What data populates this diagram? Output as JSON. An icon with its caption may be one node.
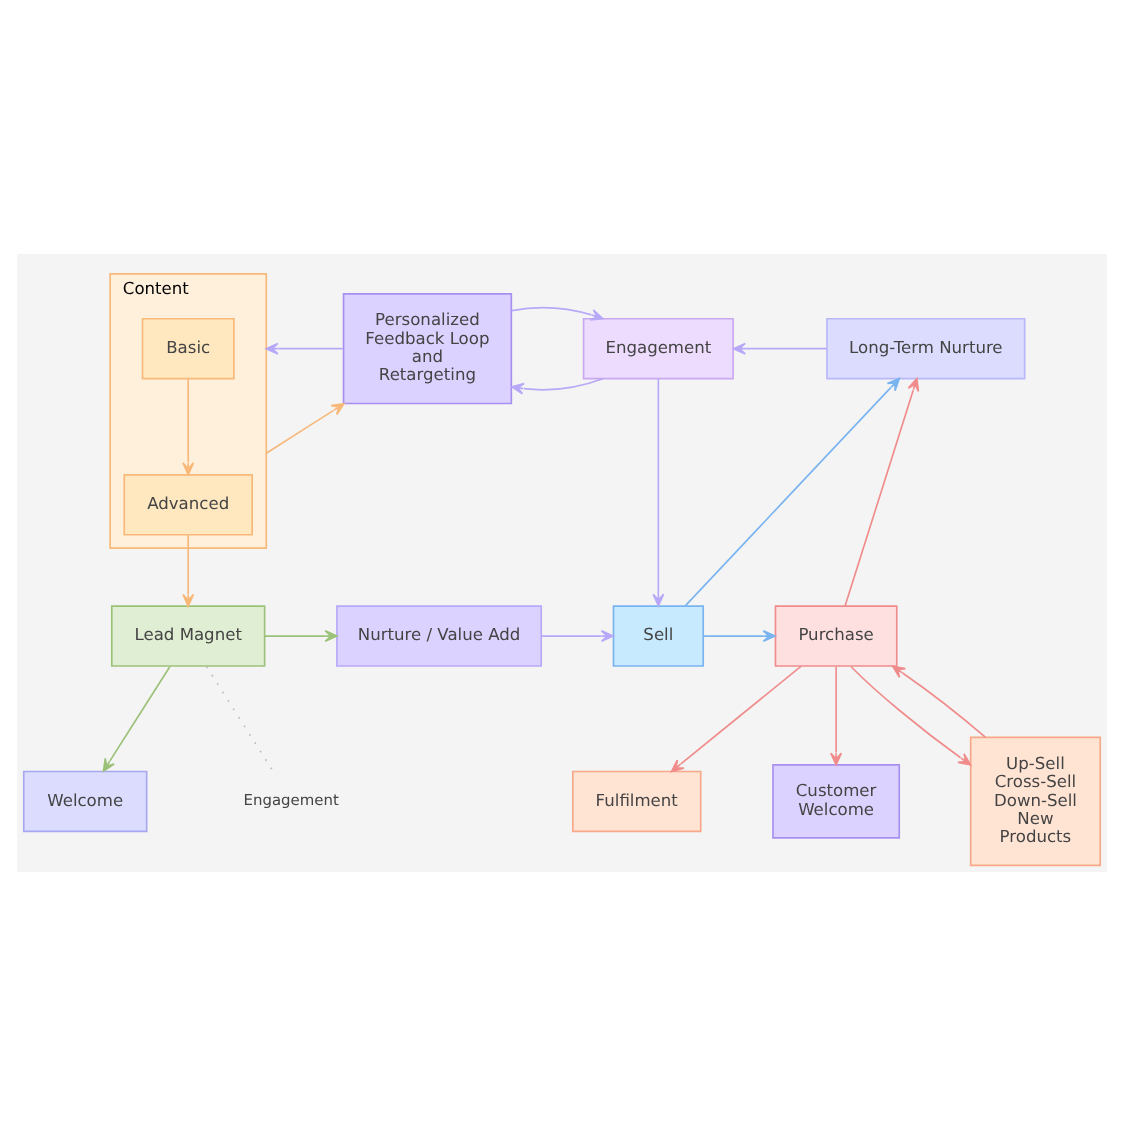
{
  "diagram": {
    "nodes": [
      {
        "text": [
          "Content"
        ]
      },
      {
        "text": [
          "Basic"
        ],
        "in": 0
      },
      {
        "text": [
          "Advanced"
        ],
        "in": 0
      },
      {
        "text": [
          "Personalized Feedback Loop and Retargeting"
        ]
      },
      {
        "text": [
          "Engagement"
        ]
      },
      {
        "text": [
          "Long-Term Nurture"
        ]
      },
      {
        "text": [
          "Lead Magnet"
        ]
      },
      {
        "text": [
          "Nurture / Value Add"
        ]
      },
      {
        "text": [
          "Sell"
        ]
      },
      {
        "text": [
          "Purchase"
        ]
      },
      {
        "text": [
          "Fulfilment"
        ]
      },
      {
        "text": [
          "Customer Welcome"
        ]
      },
      {
        "text": [
          "Welcome"
        ]
      },
      {
        "text": [
          "Up-Sell Cross-Sell Down-Sell New Products"
        ]
      }
    ],
    "edges": [
      {
        "from": 0,
        "to": 3,
        "arrow": "to",
        "color": "#f8b878"
      },
      {
        "from": 3,
        "to": 0,
        "arrow": "to"
      },
      {
        "from": 1,
        "to": 2,
        "arrow": "to",
        "color": "#f8b878"
      },
      {
        "from": 2,
        "to": 6,
        "arrow": "to",
        "color": "#f8b878"
      },
      {
        "from": 4,
        "to": 3,
        "arrow": "to"
      },
      {
        "from": 3,
        "to": 4,
        "arrow": "to"
      },
      {
        "from": 5,
        "to": 4,
        "arrow": "to"
      },
      {
        "from": 4,
        "to": 8,
        "arrow": "to"
      },
      {
        "from": 6,
        "to": 7,
        "arrow": "to",
        "color": "#9cc27a"
      },
      {
        "from": 7,
        "to": 8,
        "arrow": "to"
      },
      {
        "from": 6,
        "to": 12,
        "arrow": "to",
        "color": "#9cc27a"
      },
      {
        "from": 8,
        "to": 9,
        "arrow": "to",
        "color": "#7ab4f0"
      },
      {
        "from": 8,
        "to": 5,
        "arrow": "to",
        "color": "#7ab4f0"
      },
      {
        "from": 9,
        "to": 5,
        "arrow": "to",
        "color": "#f08c8c"
      },
      {
        "from": 9,
        "to": 10,
        "arrow": "to",
        "color": "#f08c8c"
      },
      {
        "from": 9,
        "to": 11,
        "arrow": "to",
        "color": "#f08c8c"
      },
      {
        "from": 9,
        "to": 13,
        "arrow": "to",
        "color": "#f08c8c"
      },
      {
        "from": 13,
        "to": 9,
        "arrow": "to",
        "color": "#f08c8c"
      }
    ],
    "labels": [
      "Engagement"
    ]
  }
}
